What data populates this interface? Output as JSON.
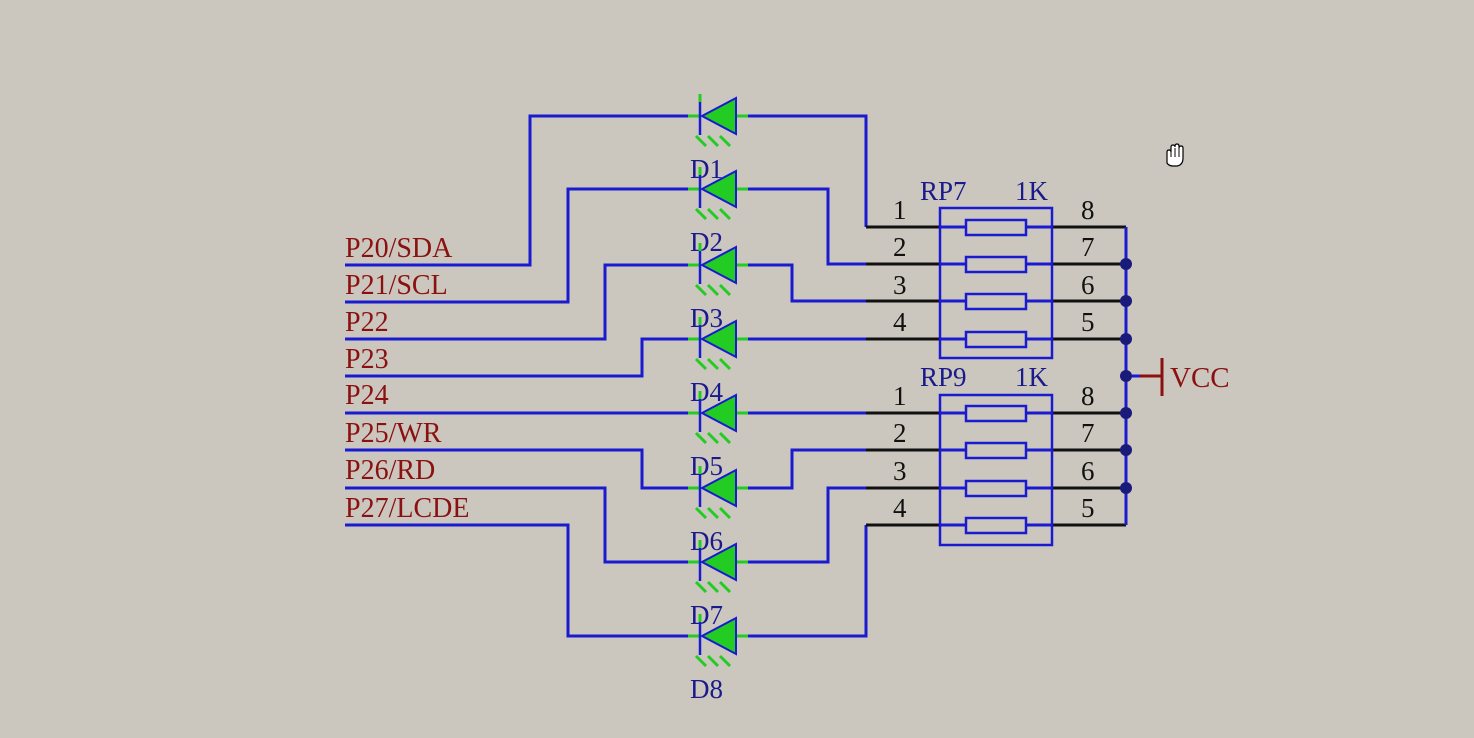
{
  "colors": {
    "background": "#cbc7be",
    "wire": "#1a1ad0",
    "net_label": "#8b1010",
    "ref_label": "#1a1a8c",
    "led_fill": "#22cc22",
    "junction": "#1a1a7a"
  },
  "nets": [
    "P20/SDA",
    "P21/SCL",
    "P22",
    "P23",
    "P24",
    "P25/WR",
    "P26/RD",
    "P27/LCDE"
  ],
  "leds": [
    "D1",
    "D2",
    "D3",
    "D4",
    "D5",
    "D6",
    "D7",
    "D8"
  ],
  "resistor_packs": [
    {
      "ref": "RP7",
      "value": "1K",
      "left_pins": [
        "1",
        "2",
        "3",
        "4"
      ],
      "right_pins": [
        "8",
        "7",
        "6",
        "5"
      ]
    },
    {
      "ref": "RP9",
      "value": "1K",
      "left_pins": [
        "1",
        "2",
        "3",
        "4"
      ],
      "right_pins": [
        "8",
        "7",
        "6",
        "5"
      ]
    }
  ],
  "power": {
    "label": "VCC"
  },
  "cursor_icon": "hand-cursor-icon"
}
